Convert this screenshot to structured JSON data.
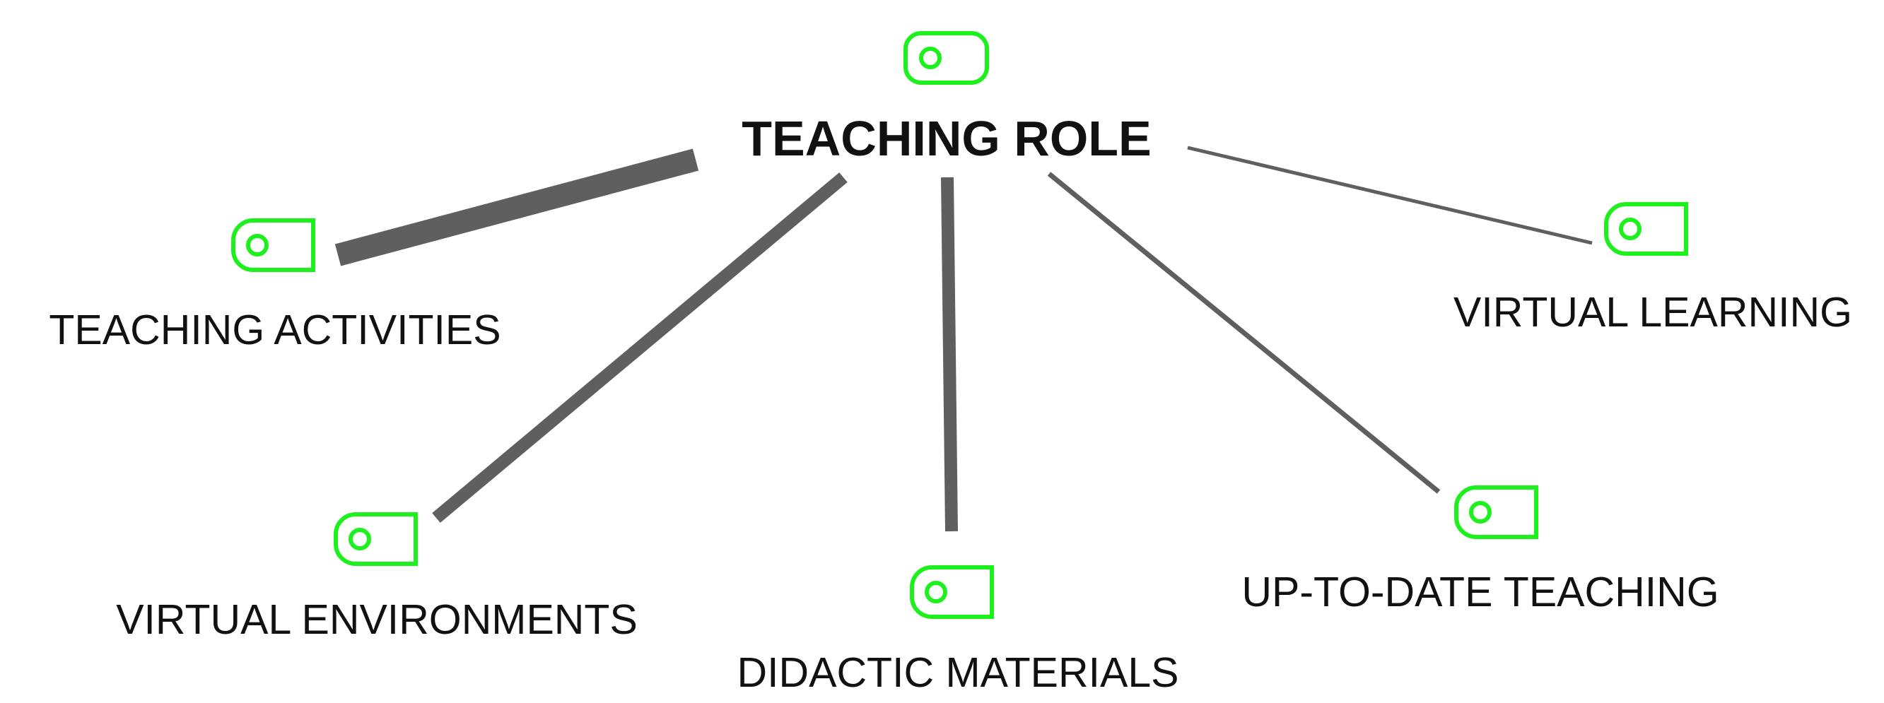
{
  "center": {
    "label": "TEACHING ROLE",
    "icon": "green-tag-icon"
  },
  "nodes": [
    {
      "id": "teaching-activities",
      "label": "TEACHING ACTIVITIES",
      "icon": "green-tag-icon"
    },
    {
      "id": "virtual-environments",
      "label": "VIRTUAL ENVIRONMENTS",
      "icon": "green-tag-icon"
    },
    {
      "id": "didactic-materials",
      "label": "DIDACTIC MATERIALS",
      "icon": "green-tag-icon"
    },
    {
      "id": "up-to-date-teaching",
      "label": "UP-TO-DATE TEACHING",
      "icon": "green-tag-icon"
    },
    {
      "id": "virtual-learning",
      "label": "VIRTUAL LEARNING",
      "icon": "green-tag-icon"
    }
  ],
  "colors": {
    "edge": "#5f5f5f",
    "icon": "#1ef01e",
    "text": "#111111"
  }
}
